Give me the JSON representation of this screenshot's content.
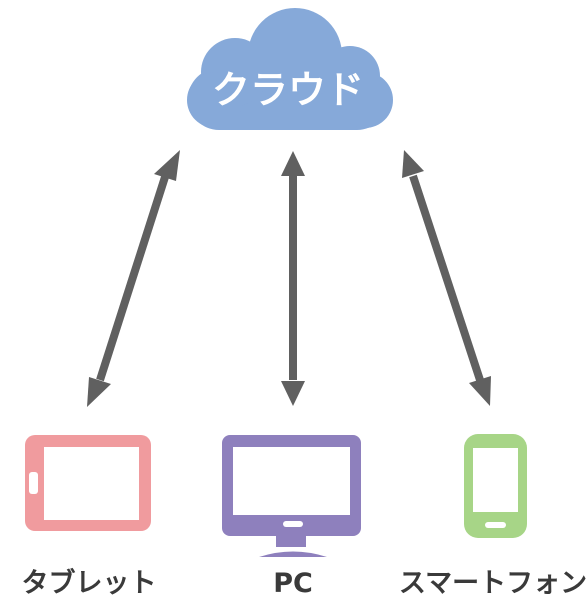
{
  "cloud": {
    "label": "クラウド",
    "color": "#86a9d9"
  },
  "connectors": {
    "style": "bidirectional-arrow",
    "color": "#606060"
  },
  "devices": [
    {
      "id": "tablet",
      "label": "タブレット",
      "icon": "tablet-icon",
      "color": "#f09b9e"
    },
    {
      "id": "pc",
      "label": "PC",
      "icon": "monitor-icon",
      "color": "#8e80bd"
    },
    {
      "id": "smartphone",
      "label": "スマートフォン",
      "icon": "smartphone-icon",
      "color": "#a7d587"
    }
  ]
}
